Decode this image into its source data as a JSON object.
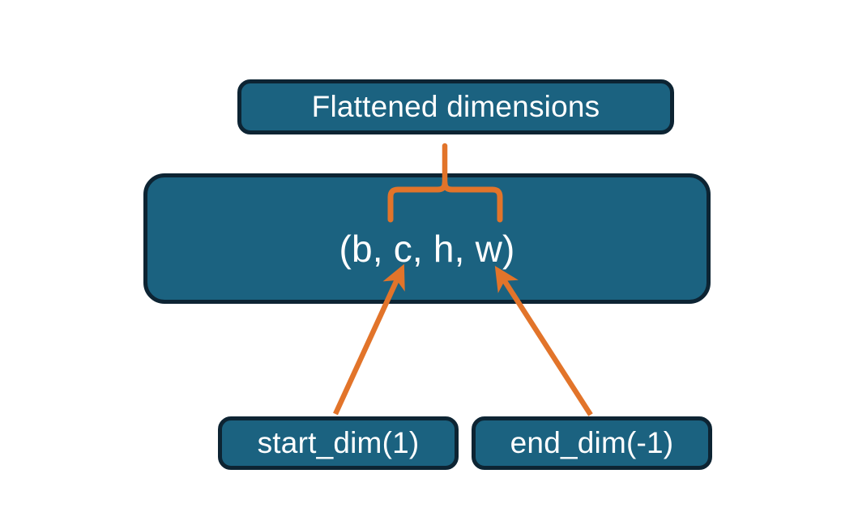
{
  "diagram": {
    "title_node": {
      "label": "Flattened dimensions",
      "name": "flattened-dimensions-box"
    },
    "shape_node": {
      "label": "(b, c, h, w)",
      "name": "tensor-shape-box",
      "dims": [
        "b",
        "c",
        "h",
        "w"
      ]
    },
    "param_nodes": [
      {
        "label": "start_dim(1)",
        "name": "start-dim-box",
        "value": 1
      },
      {
        "label": "end_dim(-1)",
        "name": "end-dim-box",
        "value": -1
      }
    ],
    "connectors": [
      {
        "name": "brace-flattened-span",
        "type": "curly-brace",
        "from": "shape-node-dims-c-to-w",
        "to": "flattened-dimensions-box"
      },
      {
        "name": "arrow-start-dim",
        "type": "arrow",
        "from": "start-dim-box",
        "to": "shape-node-dim-c"
      },
      {
        "name": "arrow-end-dim",
        "type": "arrow",
        "from": "end-dim-box",
        "to": "shape-node-dim-w"
      }
    ],
    "colors": {
      "box_fill": "#1b6280",
      "box_border": "#0d2433",
      "box_text": "#ffffff",
      "connector": "#e2742a",
      "background": "#ffffff"
    }
  }
}
